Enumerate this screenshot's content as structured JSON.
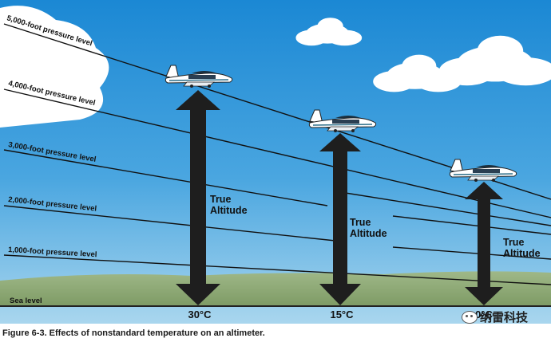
{
  "pressure_levels": [
    {
      "label": "5,000-foot pressure level"
    },
    {
      "label": "4,000-foot pressure level"
    },
    {
      "label": "3,000-foot pressure level"
    },
    {
      "label": "2,000-foot pressure level"
    },
    {
      "label": "1,000-foot pressure level"
    },
    {
      "label": "Sea level"
    }
  ],
  "columns": [
    {
      "temperature": "30°C",
      "altitude_line1": "True",
      "altitude_line2": "Altitude"
    },
    {
      "temperature": "15°C",
      "altitude_line1": "True",
      "altitude_line2": "Altitude"
    },
    {
      "temperature": "0°C",
      "altitude_line1": "True",
      "altitude_line2": "Altitude"
    }
  ],
  "caption": "Figure 6-3. Effects of nonstandard temperature on an altimeter.",
  "watermark": "纳雷科技",
  "colors": {
    "sky_top": "#1b88d4",
    "sky_bottom": "#8fc8ea",
    "ground": "#8ea872",
    "arrow": "#1e1e1e",
    "line": "#111111"
  },
  "icons": [
    "airplane-icon",
    "cloud-icon",
    "wechat-icon"
  ]
}
